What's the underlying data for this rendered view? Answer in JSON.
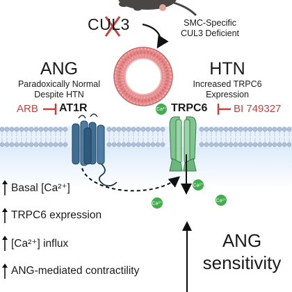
{
  "top": {
    "gene_label": "CUL3",
    "smc_note_line1": "SMC-Specific",
    "smc_note_line2": "CUL3 Deficient"
  },
  "left_header": {
    "title": "ANG",
    "line1": "Paradoxically Normal",
    "line2": "Despite HTN"
  },
  "right_header": {
    "title": "HTN",
    "line1": "Increased TRPC6",
    "line2": "Expression"
  },
  "receptors": {
    "inhibitor_left": "ARB",
    "receptor_left": "AT1R",
    "ion_badge": "Ca²⁺",
    "receptor_right": "TRPC6",
    "inhibitor_right": "BI 749327"
  },
  "bullets": [
    {
      "text": "Basal [Ca²⁺]"
    },
    {
      "text": "TRPC6 expression"
    },
    {
      "text": "[Ca²⁺] influx"
    },
    {
      "text": "ANG-mediated contractility"
    }
  ],
  "conclusion": {
    "line1": "ANG",
    "line2": "sensitivity"
  },
  "ions": {
    "label": "Ca²⁺"
  },
  "colors": {
    "membrane_head": "#aebfd6",
    "membrane_bg": "#e6f1fb",
    "at1r": "#3f6e93",
    "trpc6": "#7fc48f",
    "inhibitor_red": "#c8403e",
    "vessel_pink": "#e58c8e",
    "ion_green": "#3fae4c"
  }
}
